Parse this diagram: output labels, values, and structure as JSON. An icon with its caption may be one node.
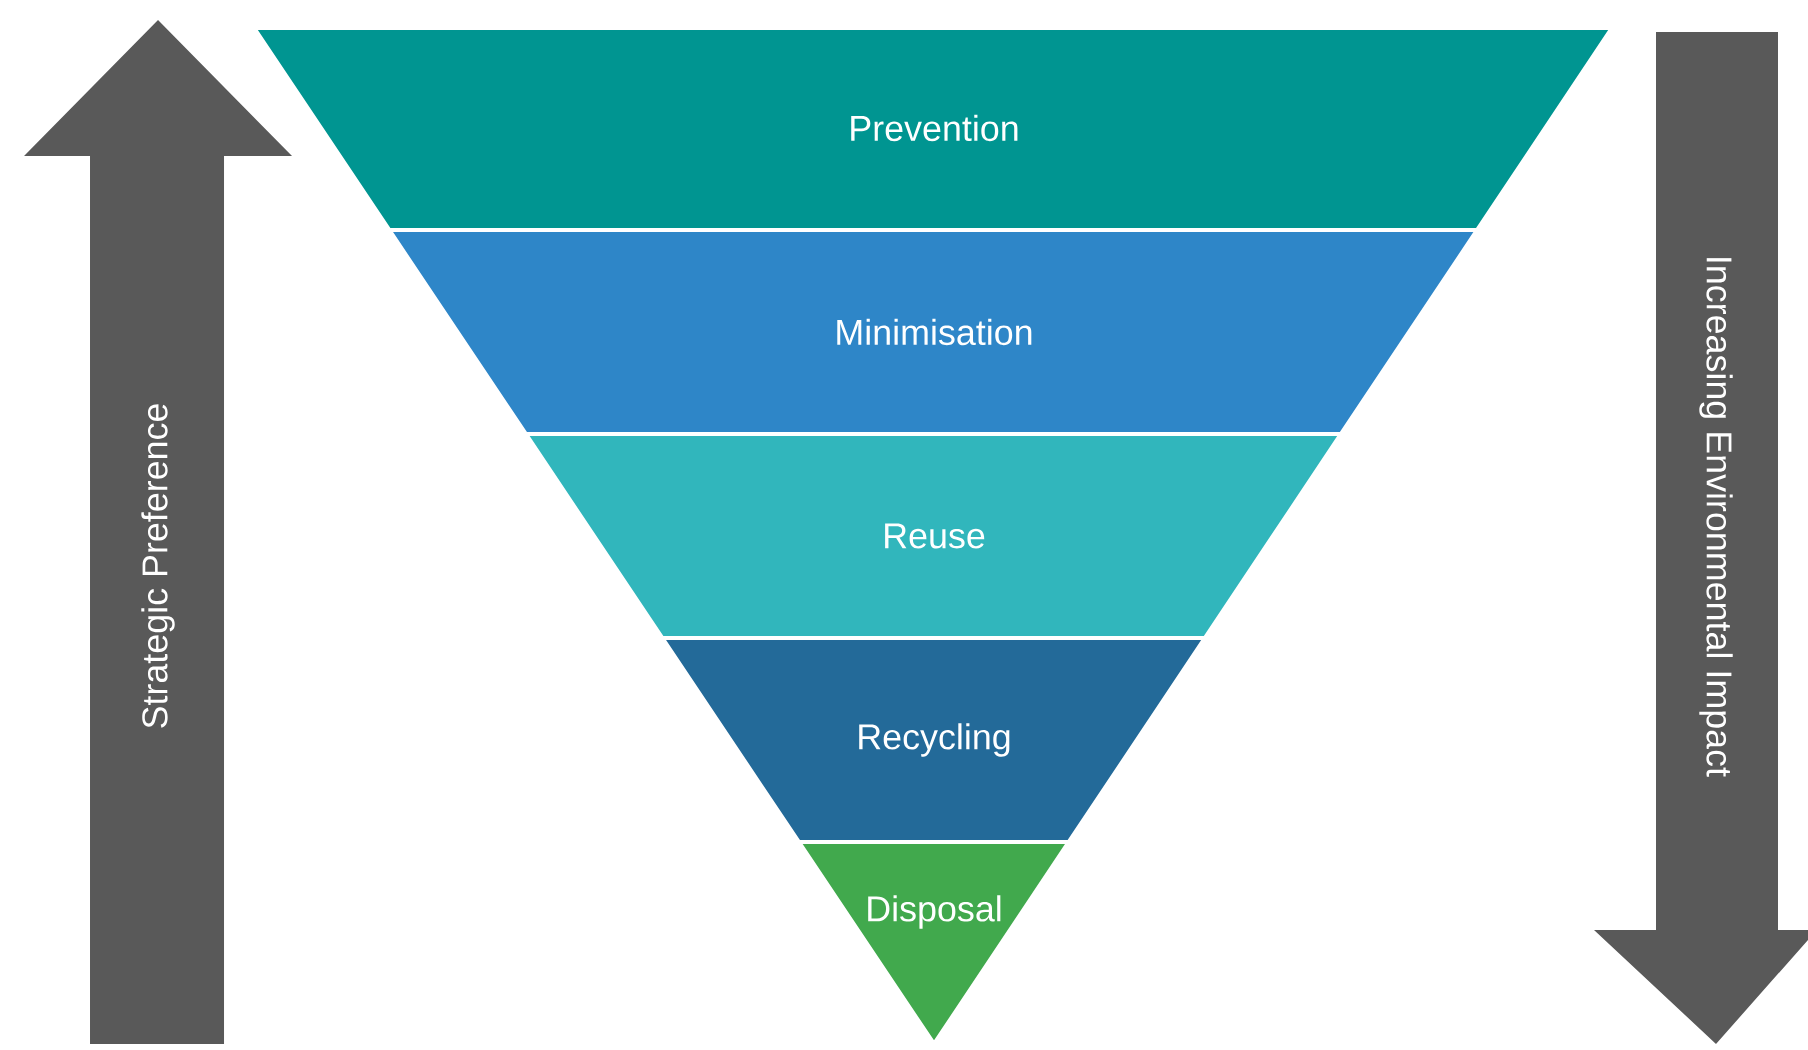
{
  "diagram": {
    "nodes": [
      {
        "text": [
          "Strategic Preference"
        ]
      },
      {
        "text": [
          "Prevention"
        ]
      },
      {
        "text": [
          "Minimisation"
        ]
      },
      {
        "text": [
          "Reuse"
        ]
      },
      {
        "text": [
          "Recycling"
        ]
      },
      {
        "text": [
          "Disposal"
        ]
      },
      {
        "text": [
          "Increasing Environmental Impact"
        ]
      }
    ]
  }
}
